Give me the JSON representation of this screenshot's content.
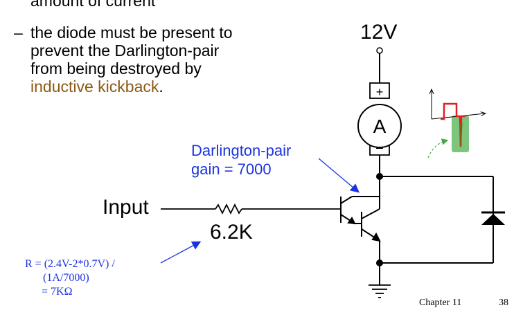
{
  "slide": {
    "top_fragment": "amount of current",
    "bullet": {
      "dash": "–",
      "line1": "the diode must be present to",
      "line2": "prevent the Darlington-pair",
      "line3": "from being destroyed by",
      "line4_link": "inductive kickback",
      "line4_end": "."
    },
    "voltage_label": "12V",
    "motor_label": "A",
    "motor_plus": "+",
    "motor_minus": "–",
    "darlington_line1": "Darlington-pair",
    "darlington_line2": "gain = 7000",
    "input_label": "Input",
    "resistor_label": "6.2K",
    "formula_line1": "R = (2.4V-2*0.7V) /",
    "formula_line2": "(1A/7000)",
    "formula_line3": "= 7KΩ",
    "footer_chapter": "Chapter 11",
    "footer_page": "38"
  },
  "colors": {
    "link": "#8a5a12",
    "annotation": "#1a33e0",
    "pulse_red": "#e02020",
    "spike_green": "#66bb66"
  }
}
